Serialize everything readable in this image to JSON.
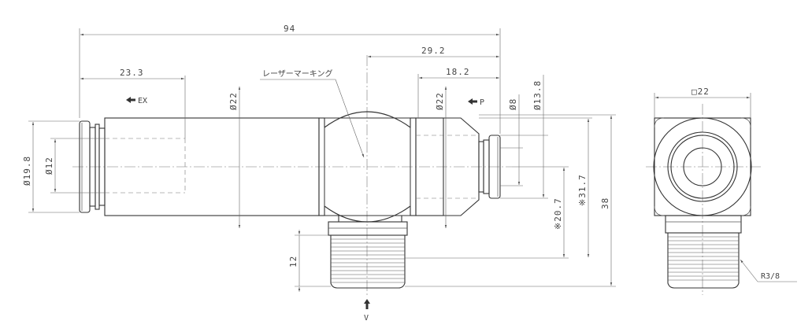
{
  "dimensions": {
    "overall_length": "94",
    "ex_end_length": "23.3",
    "p_end_length": "29.2",
    "p_end_short": "18.2",
    "ex_port_od": "Ø19.8",
    "ex_port_tube": "Ø12",
    "body_dia_left": "Ø22",
    "body_dia_right": "Ø22",
    "p_tube": "Ø8",
    "p_port_od": "Ø13.8",
    "height_20_7": "※20.7",
    "height_31_7": "※31.7",
    "height_38": "38",
    "thread_length": "12",
    "square_size": "□22"
  },
  "labels": {
    "laser_marking": "レーザーマーキング",
    "ex_port": "EX",
    "p_port": "P",
    "v_port": "V",
    "thread_spec": "R3/8"
  },
  "colors": {
    "line": "#333333",
    "dimension": "#666666",
    "background": "#ffffff"
  }
}
